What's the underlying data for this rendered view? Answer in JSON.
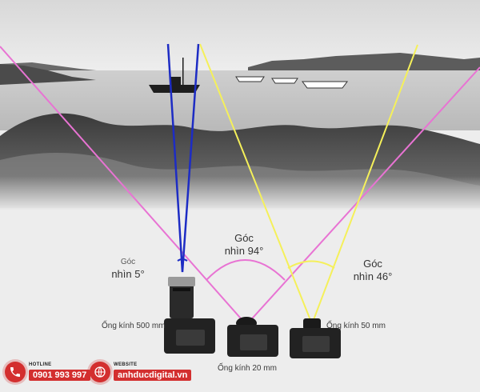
{
  "angles": {
    "narrow": {
      "caption": "Góc",
      "value": "nhìn 5°"
    },
    "wide": {
      "caption": "Góc",
      "value": "nhìn 94°"
    },
    "normal": {
      "caption": "Góc",
      "value": "nhìn 46°"
    }
  },
  "lenses": {
    "tele": "Ống kính 500 mm",
    "wide": "Ống kính 20 mm",
    "normal": "Ống kính 50 mm"
  },
  "footer": {
    "hotline": {
      "caption": "HOTLINE",
      "value": "0901 993 997",
      "icon": "phone-icon"
    },
    "website": {
      "caption": "WEBSITE",
      "value": "anhducdigital.vn",
      "icon": "globe-icon"
    }
  },
  "colors": {
    "wide_line": "#e873d3",
    "normal_line": "#f5f05a",
    "tele_line": "#1d2cc4",
    "brand": "#d32f2f"
  }
}
